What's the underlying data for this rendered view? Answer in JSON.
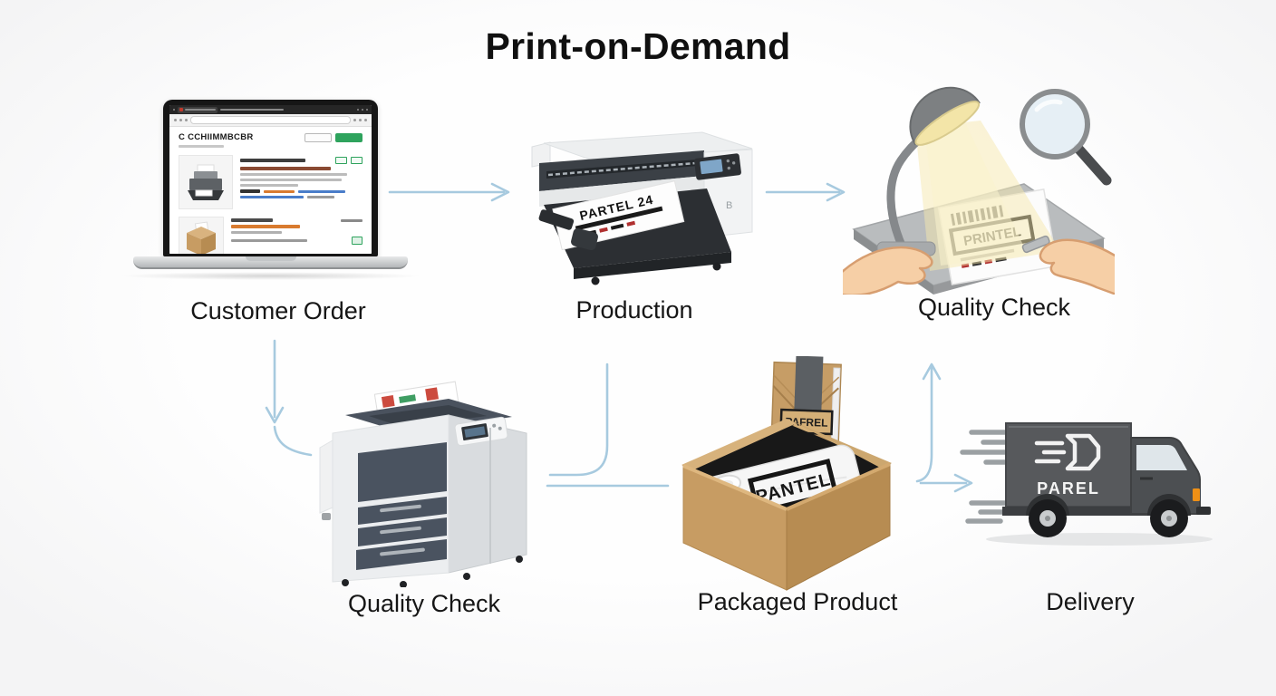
{
  "title": "Print-on-Demand",
  "steps": [
    {
      "id": "customer-order",
      "label": "Customer Order"
    },
    {
      "id": "production",
      "label": "Production"
    },
    {
      "id": "quality-check-top",
      "label": "Quality Check"
    },
    {
      "id": "quality-check-bottom",
      "label": "Quality Check"
    },
    {
      "id": "packaged-product",
      "label": "Packaged Product"
    },
    {
      "id": "delivery",
      "label": "Delivery"
    }
  ],
  "laptop_screen": {
    "store_logo": "C CCHIIMMBCBR"
  },
  "artwork": {
    "production_sheet_text": "PARTEL 24",
    "production_panel_letter": "B",
    "qc_paper_text": "PRINTEL",
    "shirt_logo_text": "PANTEL",
    "mailer_label_text": "PAFREL",
    "truck_logo_text": "PAREL"
  },
  "colors": {
    "arrow": "#a7cadf",
    "background": "#fbfbfc",
    "label_text": "#161616",
    "cardboard": "#c79c63",
    "truck_body": "#57595c",
    "buy_button_green": "#2ea35d",
    "lamp_light": "#f6e9b5"
  }
}
